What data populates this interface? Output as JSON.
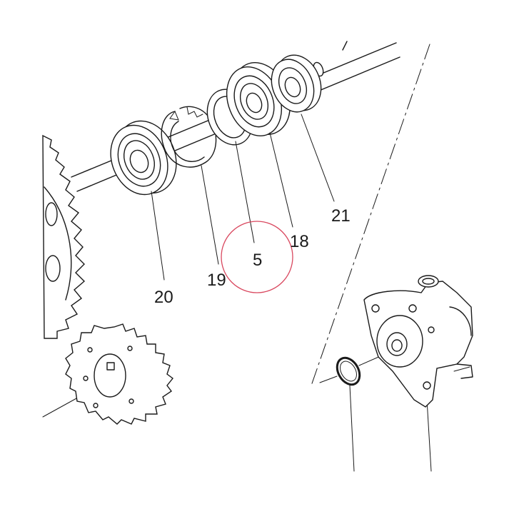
{
  "callouts": {
    "c21": "21",
    "c18": "18",
    "c5": "5",
    "c19": "19",
    "c20": "20"
  },
  "highlight": {
    "color": "#d9485f",
    "label_ref": "5"
  }
}
